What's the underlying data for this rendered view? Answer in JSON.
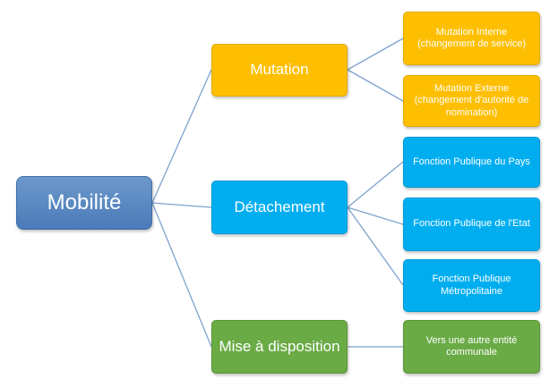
{
  "diagram": {
    "root": {
      "label": "Mobilité"
    },
    "mutation": {
      "label": "Mutation",
      "children": [
        {
          "label": "Mutation Interne (changement de service)"
        },
        {
          "label": "Mutation Externe (changement d'autorité de nomination)"
        }
      ]
    },
    "detachement": {
      "label": "Détachement",
      "children": [
        {
          "label": "Fonction Publique du Pays"
        },
        {
          "label": "Fonction Publique de l'Etat"
        },
        {
          "label": "Fonction Publique Métropolitaine"
        }
      ]
    },
    "mise": {
      "label": "Mise à disposition",
      "children": [
        {
          "label": "Vers une autre entité communale"
        }
      ]
    },
    "colors": {
      "root": "#4f81bd",
      "mutation_branch": "#fdbf00",
      "detachement_branch": "#00aef0",
      "mise_branch": "#6aab46",
      "connector": "#7ea3cf"
    }
  }
}
